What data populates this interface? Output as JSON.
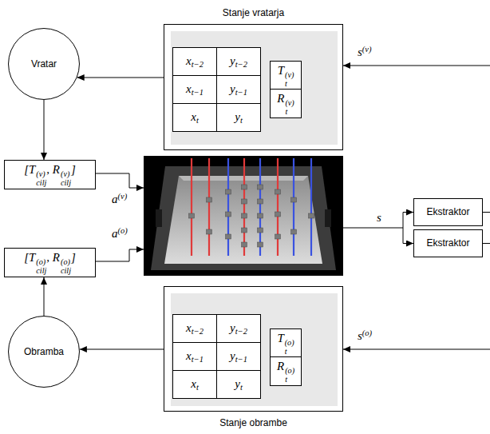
{
  "diagram": {
    "nodes": [
      {
        "text": [
          "Stanje vratarja"
        ]
      },
      {
        "text": [
          "xt−2"
        ],
        "in": 0
      },
      {
        "text": [
          "yt−2"
        ],
        "in": 0
      },
      {
        "text": [
          "xt−1"
        ],
        "in": 0
      },
      {
        "text": [
          "yt−1"
        ],
        "in": 0
      },
      {
        "text": [
          "xt"
        ],
        "in": 0
      },
      {
        "text": [
          "yt"
        ],
        "in": 0
      },
      {
        "text": [
          "Tt(v)"
        ],
        "in": 0
      },
      {
        "text": [
          "Rt(v)"
        ],
        "in": 0
      },
      {
        "text": [
          "Vratar"
        ]
      },
      {
        "text": [
          "[Tcilj(v), Rcilj(v)]"
        ]
      },
      {
        "text": [
          "Ekstraktor"
        ]
      },
      {
        "text": [
          "Ekstraktor"
        ]
      },
      {
        "text": [
          "[Tcilj(o), Rcilj(o)]"
        ]
      },
      {
        "text": [
          "Obramba"
        ]
      },
      {
        "text": [
          "Stanje obrambe"
        ]
      },
      {
        "text": [
          "xt−2"
        ],
        "in": 15
      },
      {
        "text": [
          "yt−2"
        ],
        "in": 15
      },
      {
        "text": [
          "xt−1"
        ],
        "in": 15
      },
      {
        "text": [
          "yt−1"
        ],
        "in": 15
      },
      {
        "text": [
          "xt"
        ],
        "in": 15
      },
      {
        "text": [
          "yt"
        ],
        "in": 15
      },
      {
        "text": [
          "Tt(o)"
        ],
        "in": 15
      },
      {
        "text": [
          "Rt(o)"
        ],
        "in": 15
      }
    ],
    "edges": [
      {
        "from": 0,
        "to": 9,
        "arrow": "to"
      },
      {
        "from": 9,
        "to": 10,
        "arrow": "to"
      },
      {
        "from": 15,
        "to": 14,
        "arrow": "to"
      },
      {
        "from": 14,
        "to": 13,
        "arrow": "to"
      }
    ],
    "labels": [
      "a(v)",
      "a(o)",
      "s",
      "s(v)",
      "s(o)"
    ]
  }
}
